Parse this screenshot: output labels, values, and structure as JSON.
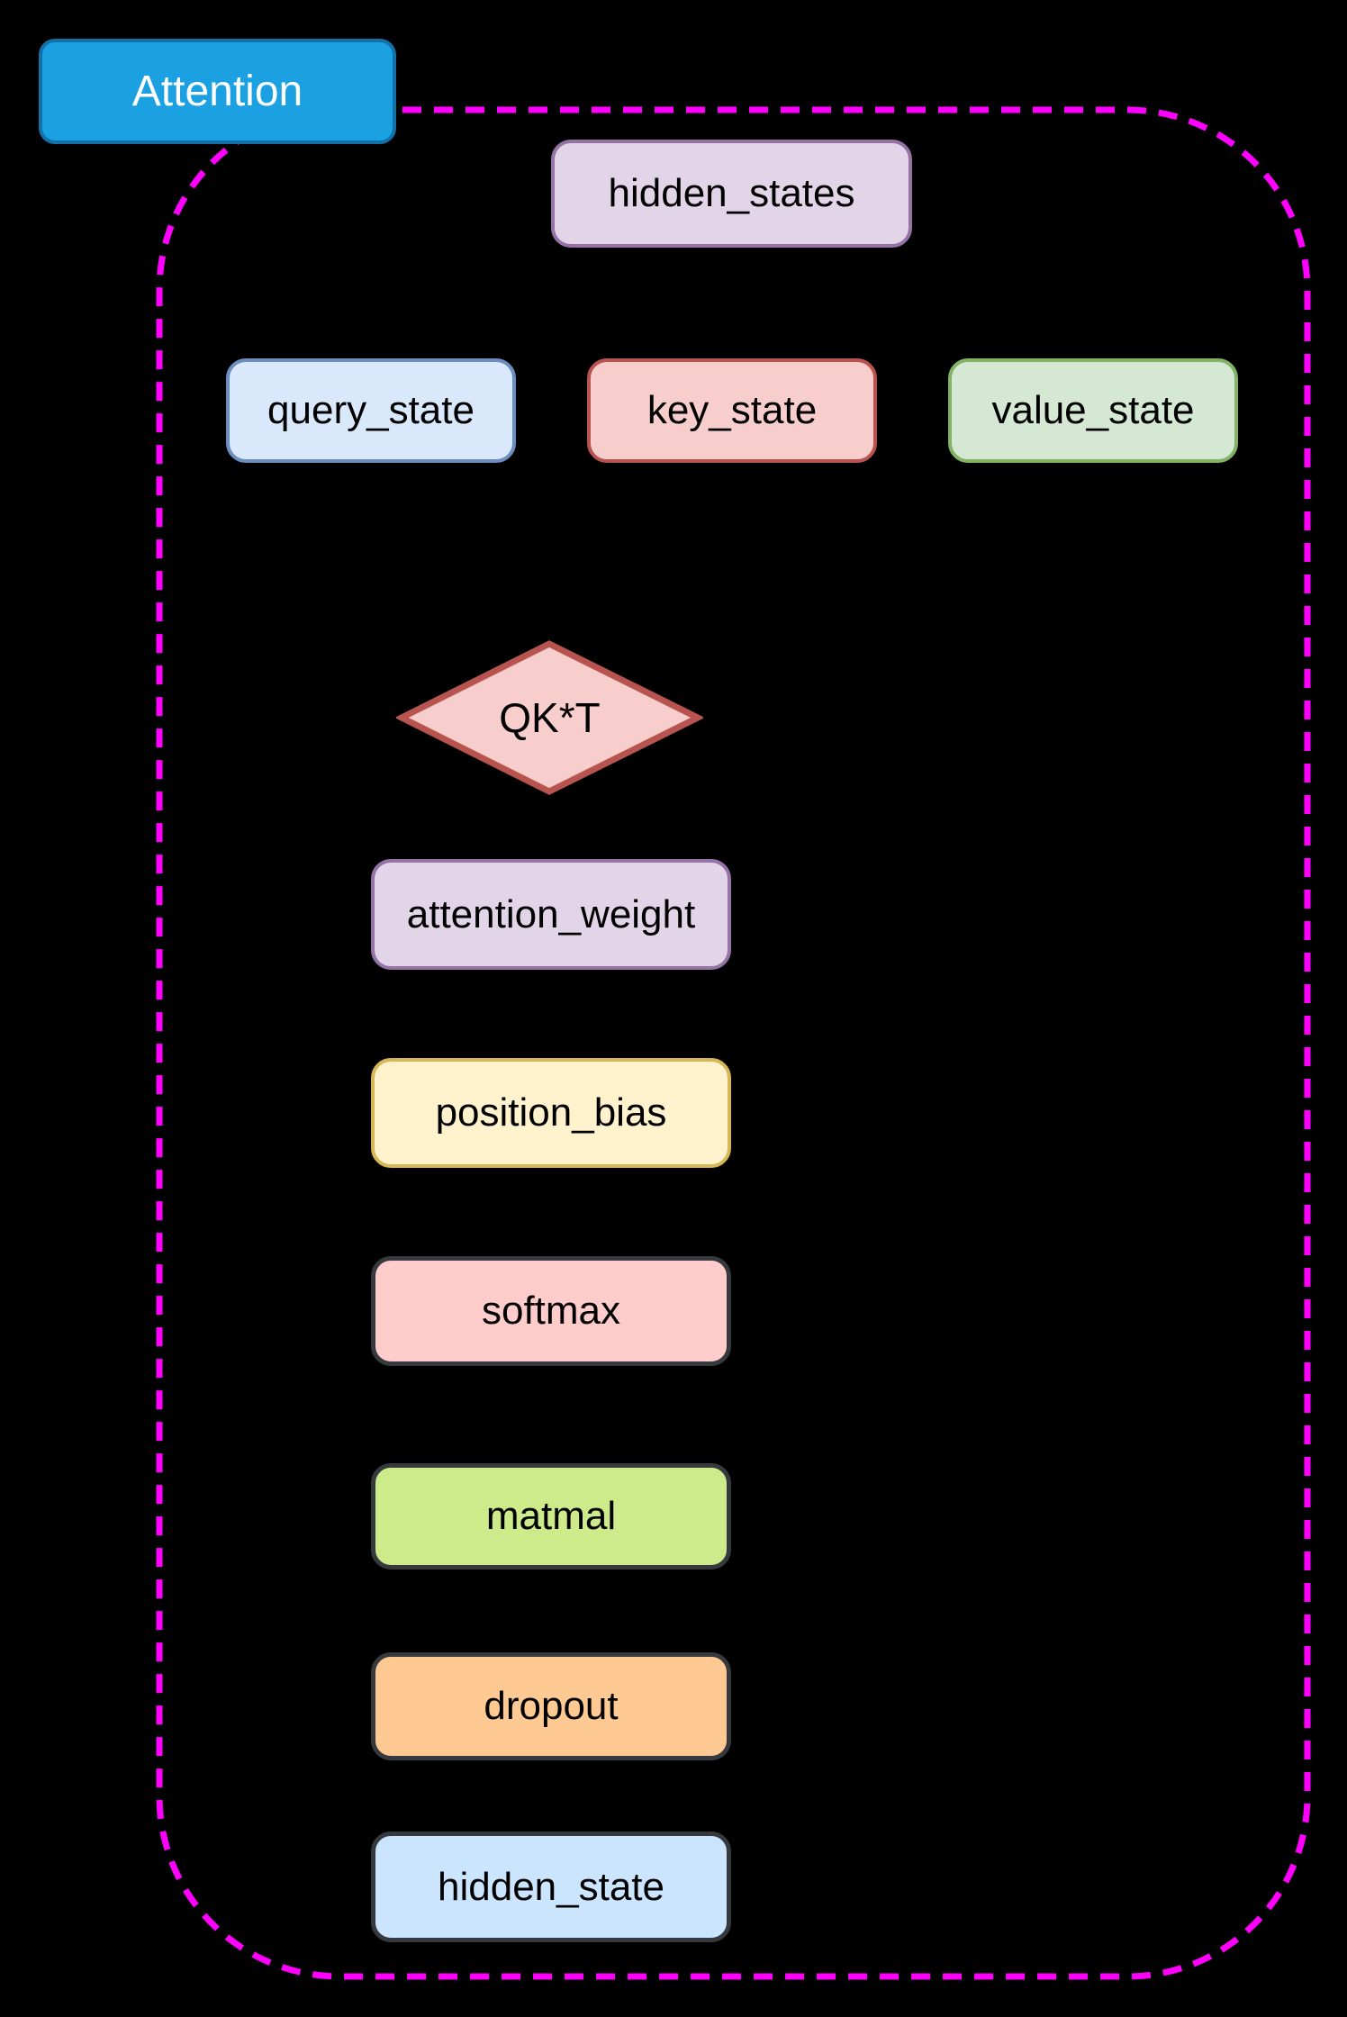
{
  "diagram": {
    "title": "Attention",
    "background_color": "#000000",
    "container": {
      "border_color": "#FF00FF",
      "border_style": "dashed"
    },
    "title_node": {
      "fill": "#1BA1E2",
      "stroke": "#1172A9",
      "text_color": "#FFFFFF"
    },
    "nodes": {
      "hidden_states": {
        "label": "hidden_states",
        "shape": "rect",
        "fill": "#E1D5E7",
        "stroke": "#9673A6"
      },
      "query_state": {
        "label": "query_state",
        "shape": "rect",
        "fill": "#DAE8FC",
        "stroke": "#6C8EBF"
      },
      "key_state": {
        "label": "key_state",
        "shape": "rect",
        "fill": "#F8CECC",
        "stroke": "#B85450"
      },
      "value_state": {
        "label": "value_state",
        "shape": "rect",
        "fill": "#D5E8D4",
        "stroke": "#82B366"
      },
      "qkt": {
        "label": "QK*T",
        "shape": "diamond",
        "fill": "#F8CECC",
        "stroke": "#B85450"
      },
      "attention_weight": {
        "label": "attention_weight",
        "shape": "rect",
        "fill": "#E1D5E7",
        "stroke": "#9673A6"
      },
      "position_bias": {
        "label": "position_bias",
        "shape": "rect",
        "fill": "#FFF2CC",
        "stroke": "#D6B656"
      },
      "softmax": {
        "label": "softmax",
        "shape": "rect",
        "fill": "#FFCCCC",
        "stroke": "#36393D"
      },
      "matmal": {
        "label": "matmal",
        "shape": "rect",
        "fill": "#CDEB8B",
        "stroke": "#36393D"
      },
      "dropout": {
        "label": "dropout",
        "shape": "rect",
        "fill": "#FFC993",
        "stroke": "#36393D"
      },
      "hidden_state": {
        "label": "hidden_state",
        "shape": "rect",
        "fill": "#CCE5FF",
        "stroke": "#36393D"
      }
    }
  }
}
